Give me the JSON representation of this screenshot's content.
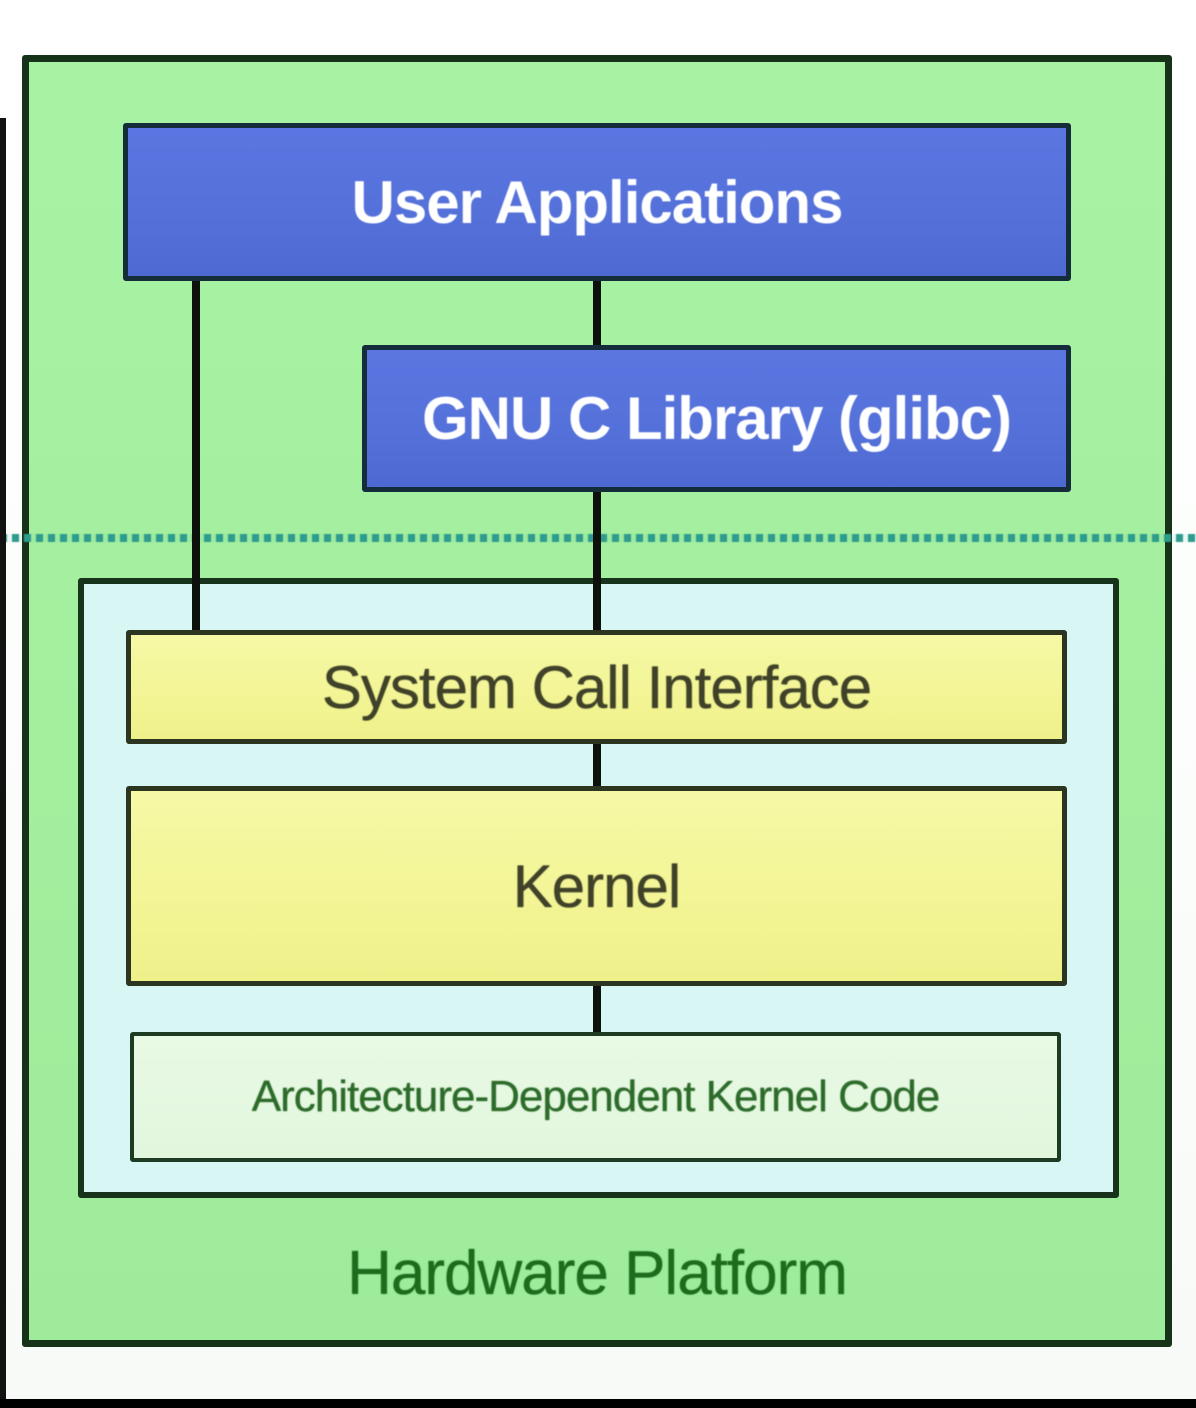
{
  "diagram": {
    "user_space": {
      "user_applications": "User Applications",
      "gnu_c_library": "GNU C Library (glibc)"
    },
    "kernel_space": {
      "system_call_interface": "System Call Interface",
      "kernel": "Kernel",
      "arch_dependent_kernel_code": "Architecture-Dependent Kernel Code"
    },
    "hardware_platform": "Hardware Platform",
    "colors": {
      "platform_fill": "#a2ef9e",
      "platform_border": "#16331a",
      "user_box_fill": "#5470d9",
      "user_box_text": "#ffffff",
      "kernel_container_fill": "#d8f6f4",
      "yellow_box_fill": "#f2f492",
      "yellow_box_text": "#3f4128",
      "arch_box_fill": "#e2f6dd",
      "arch_box_text": "#2c6b2a",
      "hardware_platform_text": "#1d6b1d",
      "separator_dash": "#2e9c8c",
      "connector": "#0c110c",
      "letterbox": "#000000"
    }
  }
}
